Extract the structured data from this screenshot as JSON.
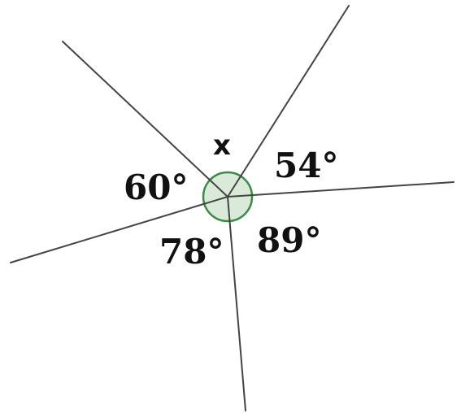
{
  "angles": {
    "unknown": "x",
    "a1": "54°",
    "a2": "60°",
    "a3": "78°",
    "a4": "89°"
  },
  "colors": {
    "marker_fill": "#d9ead9",
    "marker_stroke": "#3a8a48",
    "ray": "#444444"
  }
}
